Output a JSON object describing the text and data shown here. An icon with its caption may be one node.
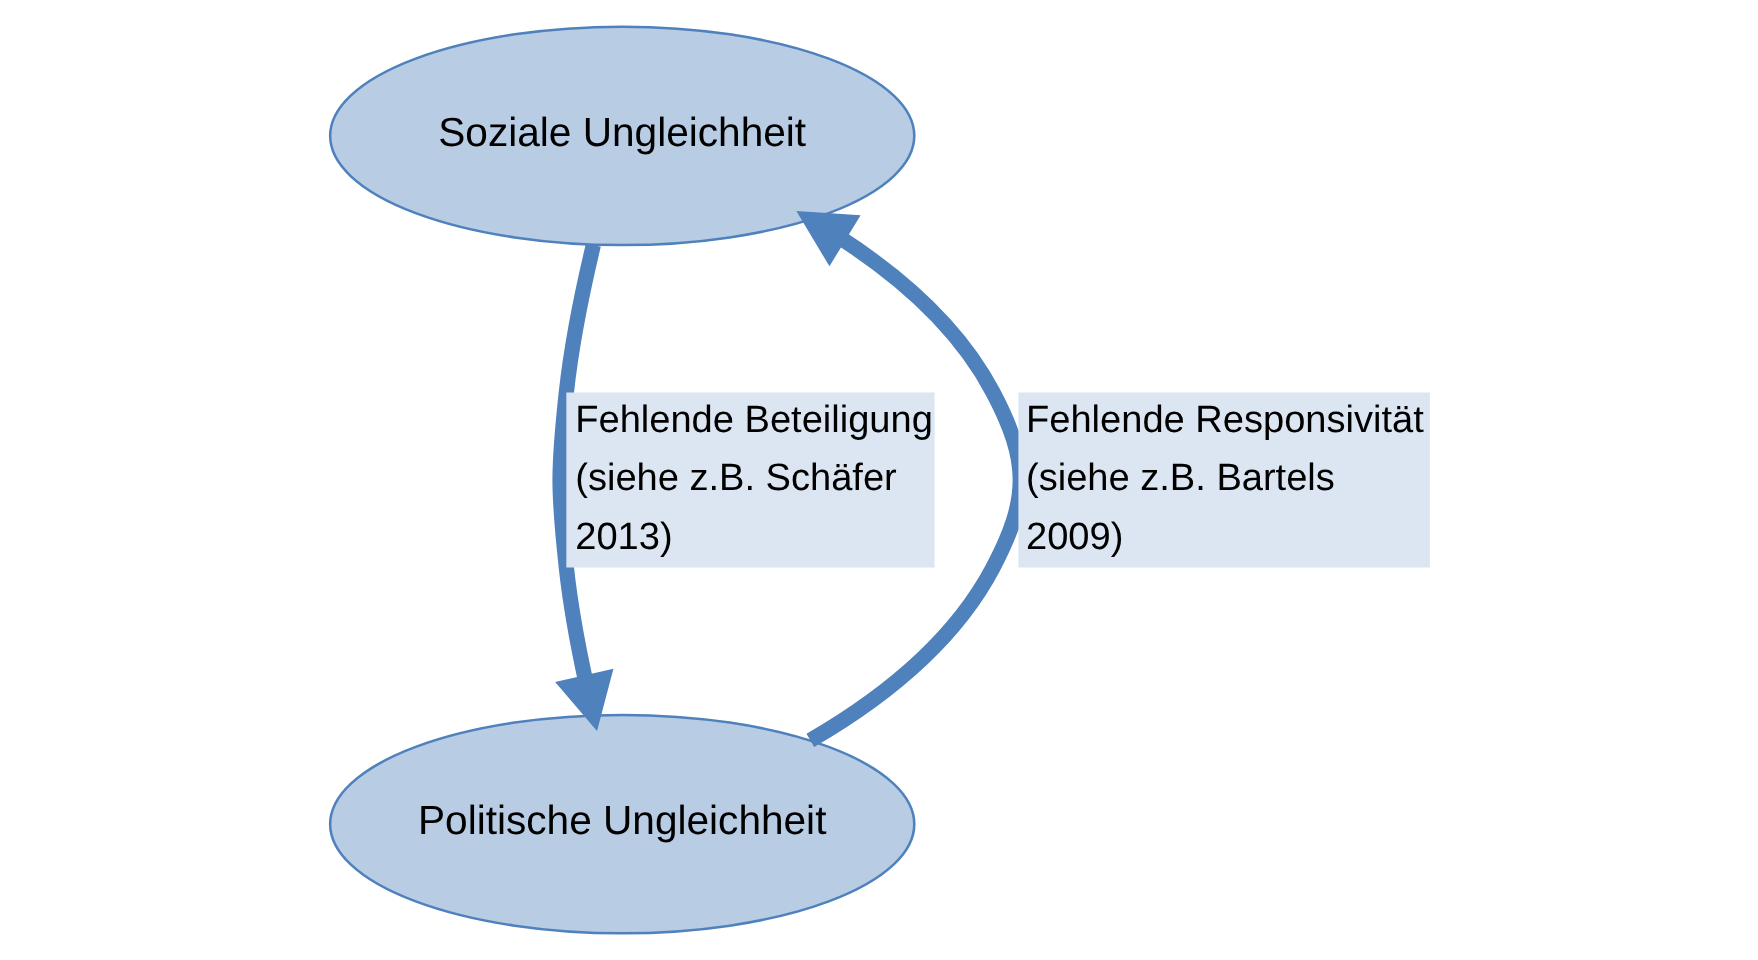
{
  "diagram": {
    "nodes": [
      {
        "text": [
          "Soziale Ungleichheit"
        ]
      },
      {
        "text": [
          "Politische Ungleichheit"
        ]
      }
    ],
    "edges": [
      {
        "from": 0,
        "to": 1,
        "arrow": "to",
        "label": "Fehlende Beteiligung (siehe z.B. Schäfer 2013)"
      },
      {
        "from": 1,
        "to": 0,
        "arrow": "to",
        "label": "Fehlende Responsivität (siehe z.B. Bartels 2009)"
      }
    ]
  }
}
